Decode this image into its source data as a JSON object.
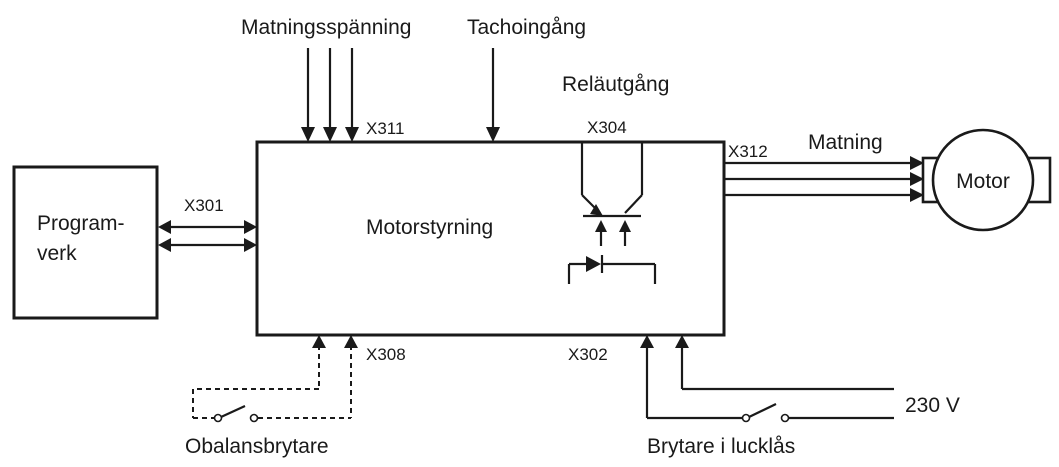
{
  "labels": {
    "supply": "Matningsspänning",
    "tacho": "Tachoingång",
    "relay": "Reläutgång",
    "x311": "X311",
    "x304": "X304",
    "x312": "X312",
    "matning": "Matning",
    "motor": "Motor",
    "program_line1": "Program-",
    "program_line2": "verk",
    "x301": "X301",
    "motorstyrning": "Motorstyrning",
    "x308": "X308",
    "x302": "X302",
    "voltage": "230 V",
    "imbalance_switch": "Obalansbrytare",
    "lid_switch": "Brytare i lucklås"
  }
}
